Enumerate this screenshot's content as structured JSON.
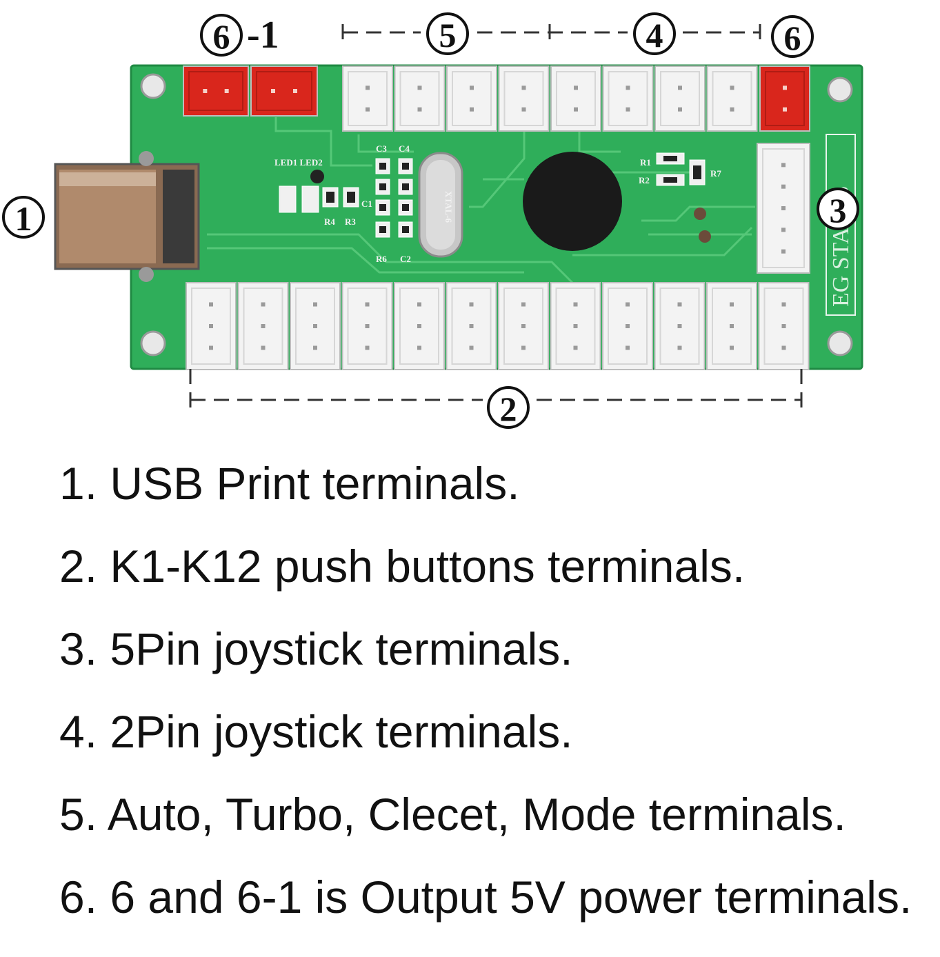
{
  "callouts": {
    "c1": "1",
    "c2": "2",
    "c3": "3",
    "c4": "4",
    "c5": "5",
    "c6": "6",
    "c6_1": "6",
    "c6_1_suffix": "-1"
  },
  "board": {
    "brand": "EG STARTS",
    "crystal": "XTAL-6",
    "led_labels": "LED1 LED2",
    "r4": "R4",
    "r3": "R3",
    "c3": "C3",
    "c4": "C4",
    "c1": "C1",
    "r1": "R1",
    "r2": "R2",
    "r7": "R7",
    "r6": "R6",
    "c2": "C2",
    "colors": {
      "pcb": "#2fae5a",
      "connector": "#f3f3f3",
      "power_connector": "#d9261c"
    }
  },
  "list": [
    "1. USB Print terminals.",
    "2. K1-K12 push buttons terminals.",
    "3. 5Pin joystick terminals.",
    "4. 2Pin joystick terminals.",
    "5. Auto, Turbo, Clecet, Mode terminals.",
    "6. 6 and 6-1 is Output 5V power terminals."
  ]
}
